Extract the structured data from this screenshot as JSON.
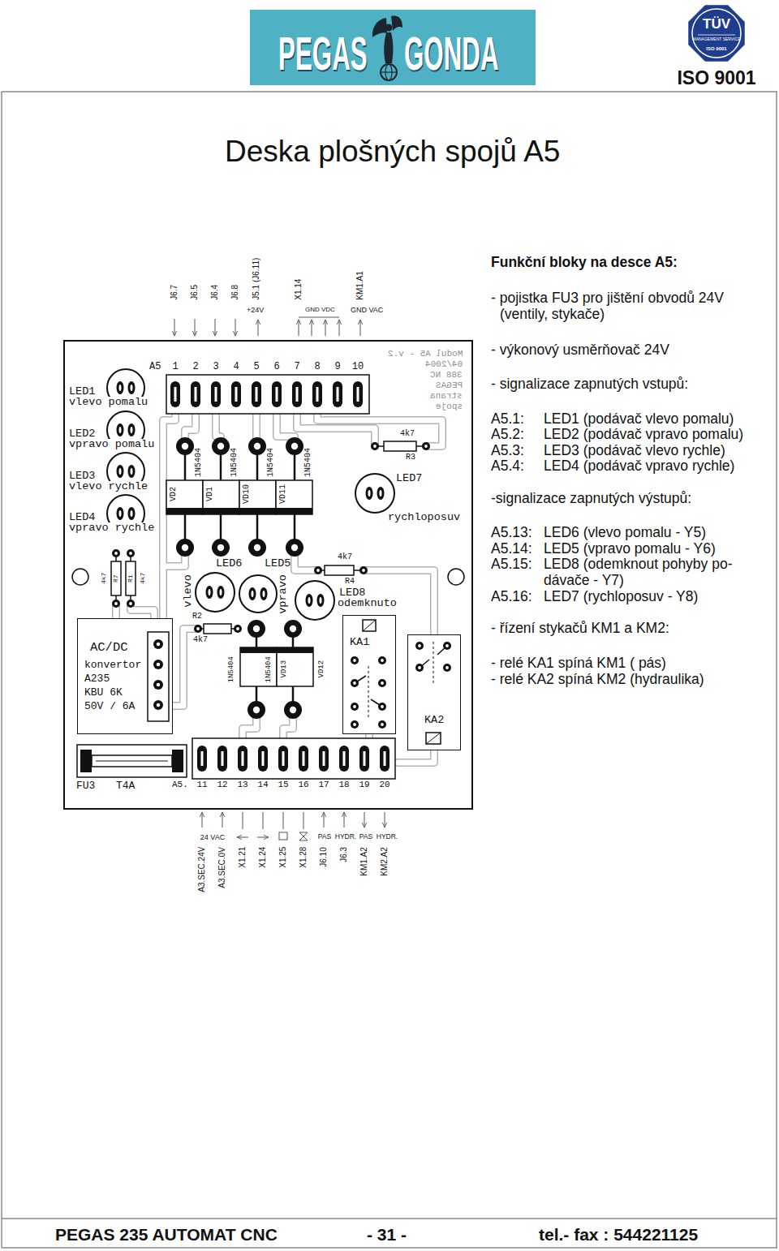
{
  "diagram": {
    "title": "Deska plošných spojů A5",
    "nodes": [
      {
        "text": [
          "PEGAS",
          "GONDA"
        ]
      },
      {
        "text": [
          "TÜV",
          "MANAGEMENT SERVICE",
          "ISO 9001",
          "ISO 9001"
        ]
      },
      {
        "text": [
          "AC/DC",
          "konvertor",
          "A235",
          "KBU 6K",
          "50V / 6A"
        ]
      },
      {
        "text": [
          "KA1"
        ]
      },
      {
        "text": [
          "KA2"
        ]
      }
    ],
    "labels": [
      "Funkční bloky na desce A5:",
      "- pojistka FU3 pro jištění obvodů 24V (ventily, stykače)",
      "- výkonový usměrňovač 24V",
      "- signalizace zapnutých vstupů:",
      "A5.1:",
      "LED1 (podávač vlevo pomalu)",
      "A5.2:",
      "LED2 (podávač vpravo pomalu)",
      "A5.3:",
      "LED3 (podávač vlevo rychle)",
      "A5.4:",
      "LED4 (podávač vpravo rychle)",
      "-signalizace zapnutých výstupů:",
      "A5.13:",
      "LED6 (vlevo pomalu - Y5)",
      "A5.14:",
      "LED5 (vpravo pomalu - Y6)",
      "A5.15:",
      "LED8 (odemknout pohyby po- dávače - Y7)",
      "A5.16:",
      "LED7 (rychloposuv - Y8)",
      "- řízení stykačů KM1 a KM2:",
      "- relé KA1 spíná KM1 ( pás)",
      "- relé KA2 spíná KM2 (hydraulika)",
      "J6.7",
      "J6.5",
      "J6.4",
      "J6.8",
      "J5.1 (J6.11)",
      "X1.14",
      "KM1.A1",
      "+24V",
      "GND VDC",
      "GND VAC",
      "A5",
      "1",
      "2",
      "3",
      "4",
      "5",
      "6",
      "7",
      "8",
      "9",
      "10",
      "A5.",
      "11",
      "12",
      "13",
      "14",
      "15",
      "16",
      "17",
      "18",
      "19",
      "20",
      "FU3",
      "T4A",
      "24 VAC",
      "PAS",
      "HYDR.",
      "PAS",
      "HYDR.",
      "A3.SEC.24V",
      "A3.SEC.0V",
      "X1.21",
      "X1.24",
      "X1.25",
      "X1.28",
      "J6.10",
      "J6.3",
      "KM1.A2",
      "KM2.A2",
      "LED1",
      "vlevo pomalu",
      "LED2",
      "vpravo pomalu",
      "LED3",
      "vlevo rychle",
      "LED4",
      "vpravo rychle",
      "4k7",
      "R3",
      "LED7",
      "rychloposuv",
      "1N5404",
      "VD2",
      "1N5404",
      "VD1",
      "1N5404",
      "VD10",
      "1N5404",
      "VD11",
      "4k7",
      "R7",
      "R1",
      "4k7",
      "LED6",
      "LED5",
      "vlevo",
      "vpravo",
      "4k7",
      "R4",
      "LED8",
      "odemknuto",
      "R2",
      "4k7",
      "1N5404",
      "1N5404",
      "VD13",
      "VD12",
      "Modul A5 - v.2",
      "04/2004",
      "388 NC",
      "PEGAS",
      "strana",
      "spoje",
      "PEGAS 235 AUTOMAT CNC",
      "- 31 -",
      "tel.- fax : 544221125"
    ]
  }
}
